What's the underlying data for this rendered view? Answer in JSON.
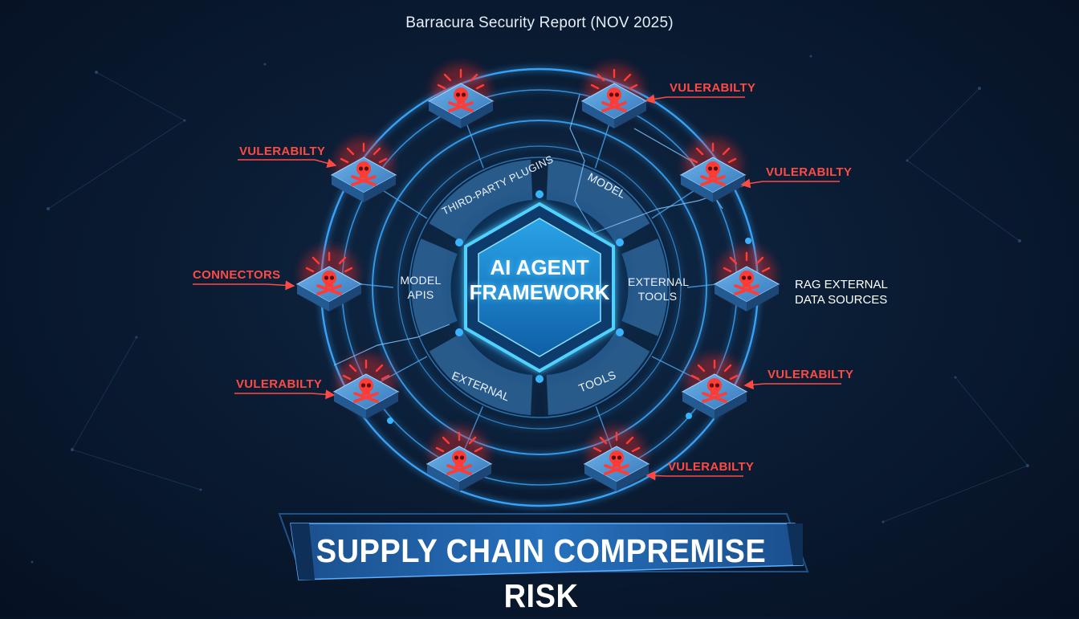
{
  "report": {
    "title": "Barracura Security Report (NOV 2025)"
  },
  "hub": {
    "line1": "AI AGENT",
    "line2": "FRAMEWORK"
  },
  "segments": {
    "third_party_plugins": "THIRD-PARTY PLUGINS",
    "model": "MODEL",
    "model_apis_1": "MODEL",
    "model_apis_2": "APIS",
    "external_tools_1": "EXTERNAL",
    "external_tools_2": "TOOLS",
    "external": "EXTERNAL",
    "tools": "TOOLS"
  },
  "callouts": {
    "vuln_top_right": "VULERABILTY",
    "vuln_left_upper": "VULERABILTY",
    "vuln_right_upper": "VULERABILTY",
    "connectors": "CONNECTORS",
    "rag_line1": "RAG EXTERNAL",
    "rag_line2": "DATA SOURCES",
    "vuln_left_lower": "VULERABILTY",
    "vuln_right_lower": "VULERABILTY",
    "vuln_bottom_right": "VULERABILTY"
  },
  "banner": {
    "text": "SUPPLY CHAIN COMPREMISE RISK"
  },
  "colors": {
    "background": "#0a1c33",
    "ring": "#3aa8ff",
    "hub_glow": "#4fd2ff",
    "segment_fill": "#2a5d8f",
    "threat_red": "#ff3b36",
    "node_blue": "#3f86c8",
    "banner_fill": "#1f63a8"
  },
  "icons": {
    "node": "skull-crossbones-icon",
    "alert": "warning-rays-icon"
  }
}
